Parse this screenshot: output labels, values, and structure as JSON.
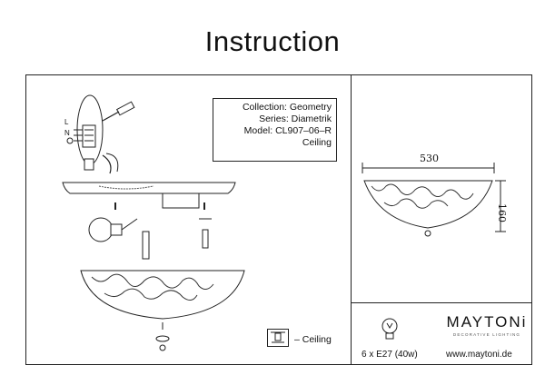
{
  "title": "Instruction",
  "info": {
    "collection": "Collection: Geometry",
    "series": "Series: Diametrik",
    "model": "Model: CL907–06–R",
    "type": "Ceiling"
  },
  "wiring": {
    "l": "L",
    "n": "N"
  },
  "legend": {
    "ceiling": "– Ceiling"
  },
  "dimensions": {
    "width": "530",
    "height": "160"
  },
  "bulb": "6 x E27 (40w)",
  "brand": {
    "name": "MAYTONi",
    "tagline": "DECORATIVE LIGHTING",
    "website": "www.maytoni.de"
  }
}
